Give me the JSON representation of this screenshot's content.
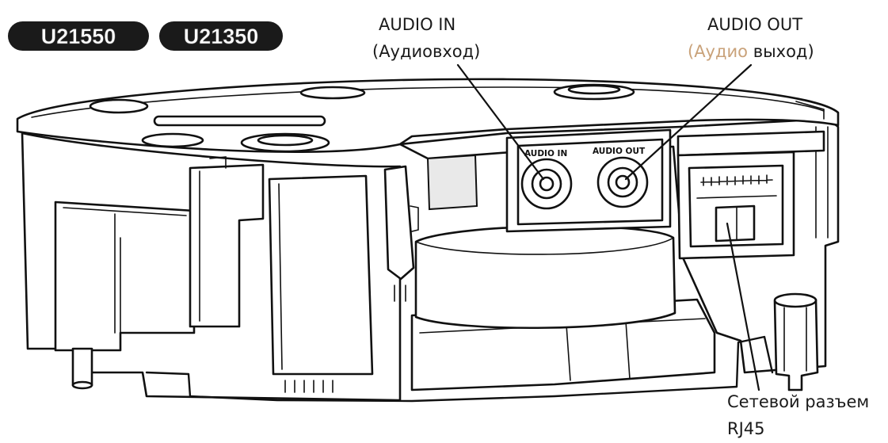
{
  "badges": [
    {
      "label": "U21550"
    },
    {
      "label": "U21350"
    }
  ],
  "callouts": {
    "audio_in": {
      "title": "AUDIO IN",
      "subtitle": "(Аудиовход)"
    },
    "audio_out": {
      "title": "AUDIO OUT",
      "subtitle_accent": "(Аудио",
      "subtitle_rest": " выход)"
    },
    "network": {
      "line1": "Сетевой разъем",
      "line2": "RJ45"
    }
  },
  "device_labels": {
    "audio_in": "AUDIO IN",
    "audio_out": "AUDIO OUT"
  },
  "colors": {
    "line": "#111111",
    "badge": "#1a1a1a",
    "accent_text": "#c9a27a"
  }
}
